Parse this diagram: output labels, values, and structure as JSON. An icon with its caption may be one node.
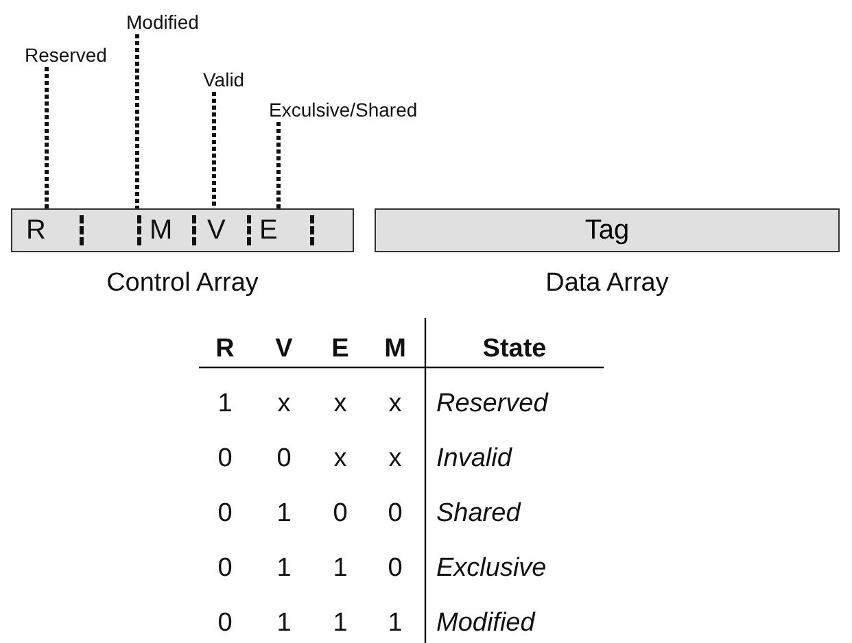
{
  "diagram": {
    "nodes": [
      {
        "text": [],
        "shape": "bar",
        "beside": [
          "Control Array"
        ]
      },
      {
        "text": [
          "R"
        ],
        "in": 0
      },
      {
        "text": [
          "M"
        ],
        "in": 0
      },
      {
        "text": [
          "V"
        ],
        "in": 0
      },
      {
        "text": [
          "E"
        ],
        "in": 0
      },
      {
        "text": [
          "Tag"
        ],
        "beside": [
          "Data Array"
        ]
      },
      {
        "text": [
          "Reserved"
        ]
      },
      {
        "text": [
          "Modified"
        ]
      },
      {
        "text": [
          "Valid"
        ]
      },
      {
        "text": [
          "Exculsive/Shared"
        ]
      }
    ],
    "edges": [
      {
        "from": 6,
        "to": 1,
        "arrow": "none",
        "style": "dashed"
      },
      {
        "from": 7,
        "to": 2,
        "arrow": "none",
        "style": "dashed"
      },
      {
        "from": 8,
        "to": 3,
        "arrow": "none",
        "style": "dashed"
      },
      {
        "from": 9,
        "to": 4,
        "arrow": "none",
        "style": "dashed"
      }
    ],
    "labels": [
      "R",
      "V",
      "E",
      "M",
      "State",
      "1",
      "x",
      "x",
      "x",
      "Reserved",
      "0",
      "0",
      "x",
      "x",
      "Invalid",
      "0",
      "1",
      "0",
      "0",
      "Shared",
      "0",
      "1",
      "1",
      "0",
      "Exclusive",
      "0",
      "1",
      "1",
      "1",
      "Modified"
    ]
  }
}
